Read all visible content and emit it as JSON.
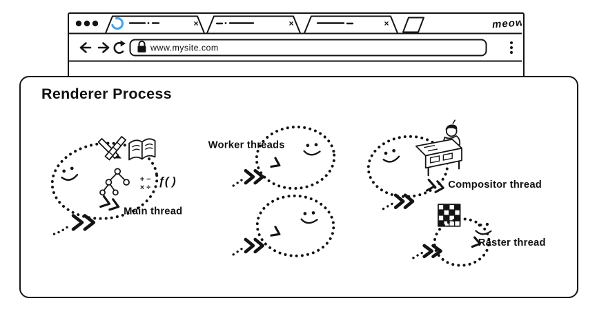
{
  "colors": {
    "ink": "#141414",
    "accent_blue": "#4aa3e8"
  },
  "browser": {
    "logo": "meow",
    "address": {
      "url": "www.mysite.com"
    },
    "tabs": [
      {
        "close_label": "×"
      },
      {
        "close_label": "×"
      },
      {
        "close_label": "×"
      }
    ]
  },
  "panel": {
    "title": "Renderer Process",
    "threads": {
      "main": "Main thread",
      "worker": "Worker threads",
      "compositor": "Compositor thread",
      "raster": "Raster thread"
    },
    "glyphs": {
      "math_row1": "+ −",
      "math_row2": "× ÷",
      "function": "ƒ( )"
    }
  }
}
